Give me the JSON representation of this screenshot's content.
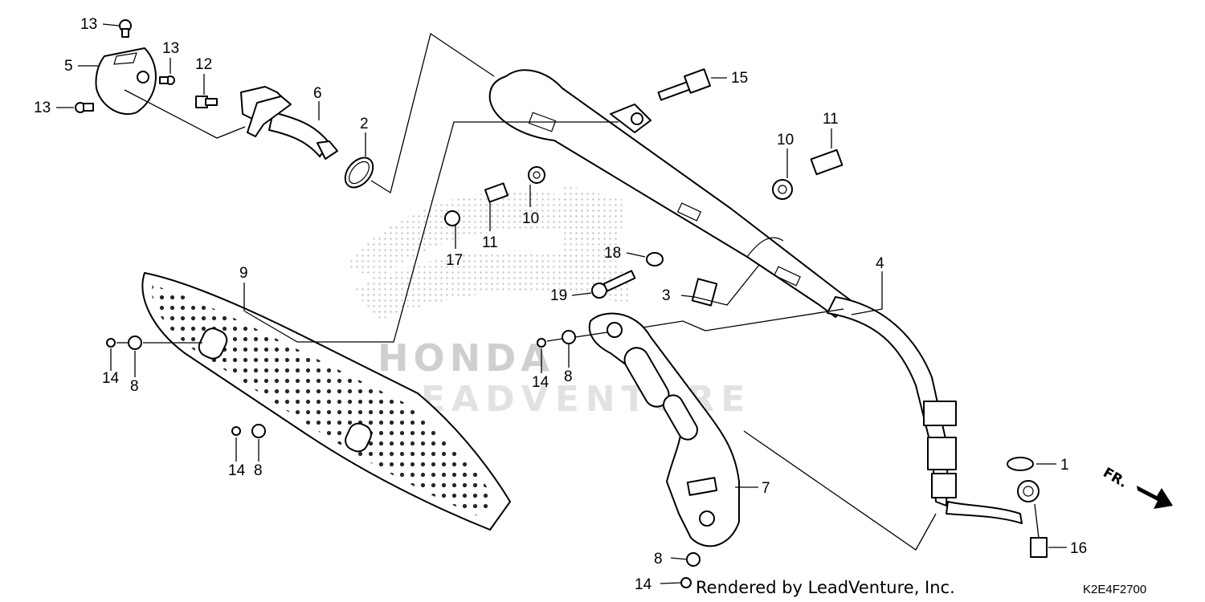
{
  "watermark": {
    "brand": "HONDA",
    "company": "LEADVENTURE"
  },
  "footer": {
    "rendered_by": "Rendered by LeadVenture, Inc.",
    "diagram_code": "K2E4F2700"
  },
  "direction": "FR.",
  "callouts": {
    "c1": "1",
    "c2": "2",
    "c3": "3",
    "c4": "4",
    "c5": "5",
    "c6": "6",
    "c7": "7",
    "c8a": "8",
    "c8b": "8",
    "c8c": "8",
    "c8d": "8",
    "c9": "9",
    "c10a": "10",
    "c10b": "10",
    "c11a": "11",
    "c11b": "11",
    "c12": "12",
    "c13a": "13",
    "c13b": "13",
    "c13c": "13",
    "c14a": "14",
    "c14b": "14",
    "c14c": "14",
    "c14d": "14",
    "c15": "15",
    "c16": "16",
    "c17": "17",
    "c18": "18",
    "c19": "19"
  }
}
